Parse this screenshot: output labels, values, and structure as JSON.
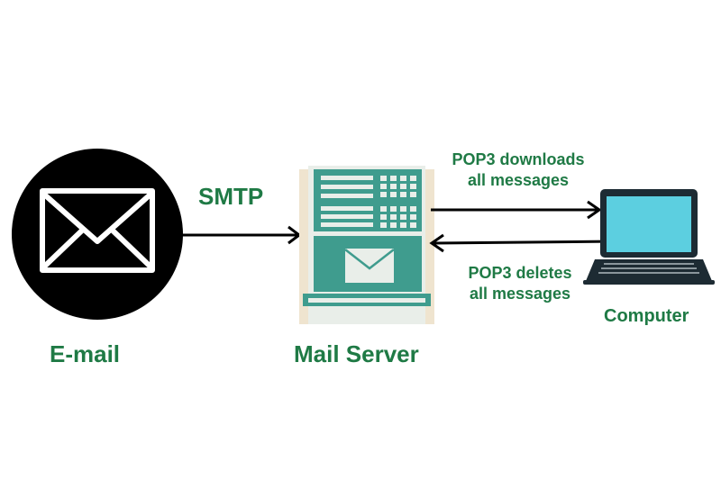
{
  "labels": {
    "email": "E-mail",
    "smtp": "SMTP",
    "mail_server": "Mail Server",
    "computer": "Computer",
    "pop3_download_line1": "POP3 downloads",
    "pop3_download_line2": "all messages",
    "pop3_delete_line1": "POP3 deletes",
    "pop3_delete_line2": "all messages"
  },
  "icons": {
    "email": "envelope-icon",
    "server": "server-icon",
    "computer": "laptop-icon"
  },
  "colors": {
    "label_green": "#1f7a45",
    "server_teal": "#3f9c8e",
    "server_panel": "#e9eee9",
    "server_shadow": "#efe4cf",
    "laptop_screen": "#5ccfe0",
    "laptop_frame": "#1d2b33",
    "arrow": "#000000"
  }
}
